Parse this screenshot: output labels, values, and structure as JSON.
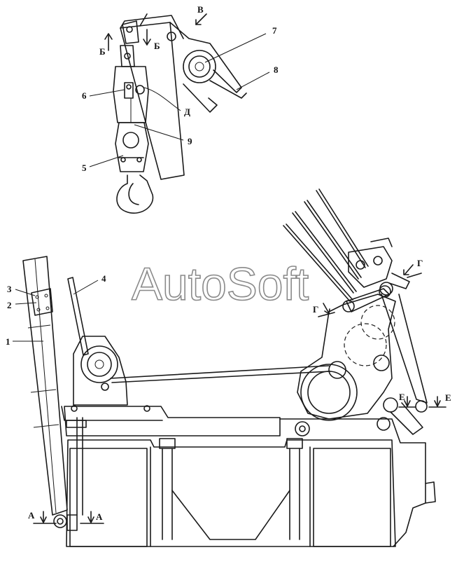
{
  "watermark": "AutoSoft",
  "callouts": {
    "n1": "1",
    "n2": "2",
    "n3": "3",
    "n4": "4",
    "n5": "5",
    "n6": "6",
    "n7": "7",
    "n8": "8",
    "n9": "9"
  },
  "section_marks": {
    "v": "В",
    "b_left": "Б",
    "b_right": "Б",
    "d": "Д",
    "g_top": "Г",
    "g_left": "Г",
    "e_left": "Е",
    "e_right": "Е",
    "a_left": "А",
    "a_right": "А"
  }
}
